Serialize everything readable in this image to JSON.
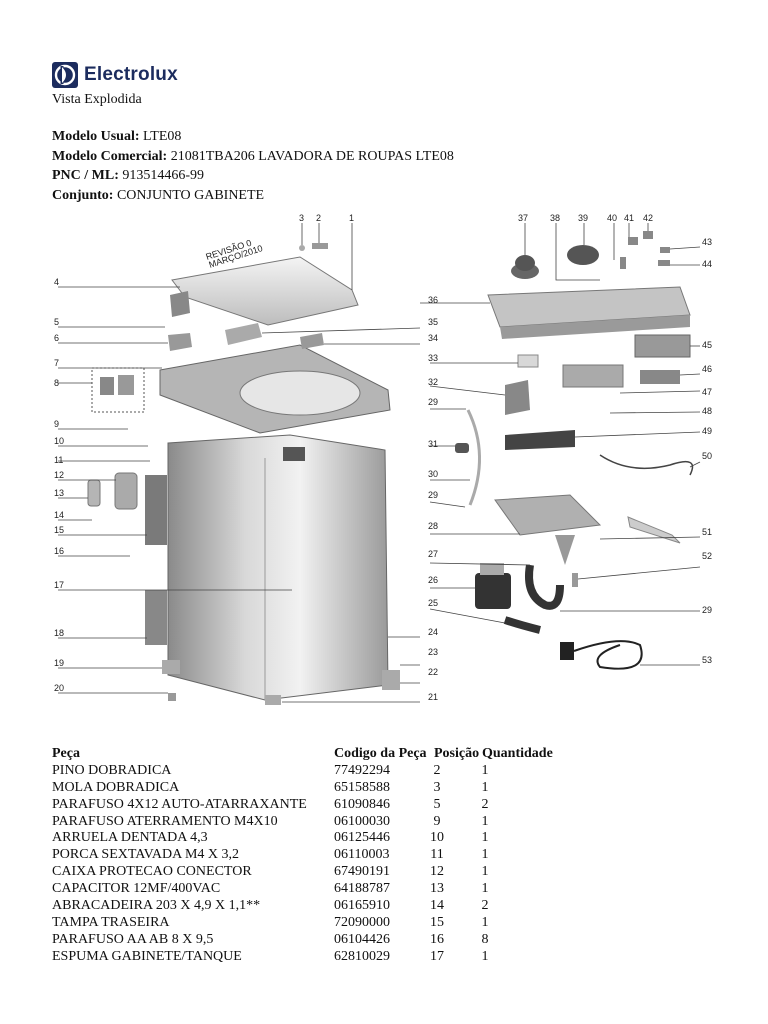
{
  "brand": {
    "name": "Electrolux",
    "color": "#1c2c5e"
  },
  "page": {
    "subtitle": "Vista Explodida"
  },
  "meta": {
    "model_usual_label": "Modelo Usual:",
    "model_usual_value": " LTE08",
    "model_commercial_label": "Modelo Comercial:",
    "model_commercial_value": " 21081TBA206 LAVADORA DE ROUPAS LTE08",
    "pnc_label": "PNC / ML:",
    "pnc_value": " 913514466-99",
    "conjunto_label": "Conjunto:",
    "conjunto_value": " CONJUNTO GABINETE"
  },
  "diagram": {
    "revision_text_1": "REVISÃO 0",
    "revision_text_2": "MARÇO/2010",
    "callouts": [
      "1",
      "2",
      "3",
      "4",
      "5",
      "6",
      "7",
      "8",
      "9",
      "10",
      "11",
      "12",
      "13",
      "14",
      "15",
      "16",
      "17",
      "18",
      "19",
      "20",
      "21",
      "22",
      "23",
      "24",
      "25",
      "26",
      "27",
      "28",
      "29",
      "29",
      "29",
      "30",
      "31",
      "32",
      "33",
      "34",
      "35",
      "36",
      "37",
      "38",
      "39",
      "40",
      "41",
      "42",
      "43",
      "44",
      "45",
      "46",
      "47",
      "48",
      "49",
      "50",
      "51",
      "52",
      "53"
    ]
  },
  "table": {
    "headers": {
      "part": "Peça",
      "code": "Codigo da Peça",
      "position": "Posição",
      "quantity": "Quantidade"
    },
    "rows": [
      {
        "part": "PINO DOBRADICA",
        "code": "77492294",
        "position": "2",
        "quantity": "1"
      },
      {
        "part": "MOLA DOBRADICA",
        "code": "65158588",
        "position": "3",
        "quantity": "1"
      },
      {
        "part": "PARAFUSO 4X12 AUTO-ATARRAXANTE",
        "code": "61090846",
        "position": "5",
        "quantity": "2"
      },
      {
        "part": "PARAFUSO ATERRAMENTO M4X10",
        "code": "06100030",
        "position": "9",
        "quantity": "1"
      },
      {
        "part": "ARRUELA DENTADA 4,3",
        "code": "06125446",
        "position": "10",
        "quantity": "1"
      },
      {
        "part": "PORCA SEXTAVADA M4 X 3,2",
        "code": "06110003",
        "position": "11",
        "quantity": "1"
      },
      {
        "part": "CAIXA PROTECAO CONECTOR",
        "code": "67490191",
        "position": "12",
        "quantity": "1"
      },
      {
        "part": "CAPACITOR 12MF/400VAC",
        "code": "64188787",
        "position": "13",
        "quantity": "1"
      },
      {
        "part": "ABRACADEIRA 203 X 4,9 X 1,1**",
        "code": "06165910",
        "position": "14",
        "quantity": "2"
      },
      {
        "part": "TAMPA TRASEIRA",
        "code": "72090000",
        "position": "15",
        "quantity": "1"
      },
      {
        "part": "PARAFUSO AA AB 8 X 9,5",
        "code": "06104426",
        "position": "16",
        "quantity": "8"
      },
      {
        "part": "ESPUMA GABINETE/TANQUE",
        "code": "62810029",
        "position": "17",
        "quantity": "1"
      }
    ]
  }
}
